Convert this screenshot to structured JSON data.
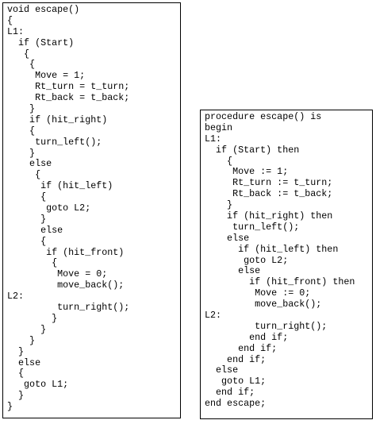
{
  "c_code": {
    "lines": [
      "void escape()",
      "{",
      "L1:",
      "  if (Start)",
      "   {",
      "    {",
      "     Move = 1;",
      "     Rt_turn = t_turn;",
      "     Rt_back = t_back;",
      "    }",
      "    if (hit_right)",
      "    {",
      "     turn_left();",
      "    }",
      "    else",
      "     {",
      "      if (hit_left)",
      "      {",
      "       goto L2;",
      "      }",
      "      else",
      "      {",
      "       if (hit_front)",
      "        {",
      "         Move = 0;",
      "         move_back();",
      "L2:",
      "         turn_right();",
      "        }",
      "      }",
      "    }",
      "  }",
      "  else",
      "  {",
      "   goto L1;",
      "  }",
      "}"
    ]
  },
  "pascal_code": {
    "lines": [
      "procedure escape() is",
      "begin",
      "L1:",
      "  if (Start) then",
      "    {",
      "     Move := 1;",
      "     Rt_turn := t_turn;",
      "     Rt_back := t_back;",
      "    }",
      "    if (hit_right) then",
      "     turn_left();",
      "    else",
      "      if (hit_left) then",
      "       goto L2;",
      "      else",
      "        if (hit_front) then",
      "         Move := 0;",
      "         move_back();",
      "L2:",
      "         turn_right();",
      "        end if;",
      "      end if;",
      "    end if;",
      "  else",
      "   goto L1;",
      "  end if;",
      "end escape;"
    ]
  }
}
